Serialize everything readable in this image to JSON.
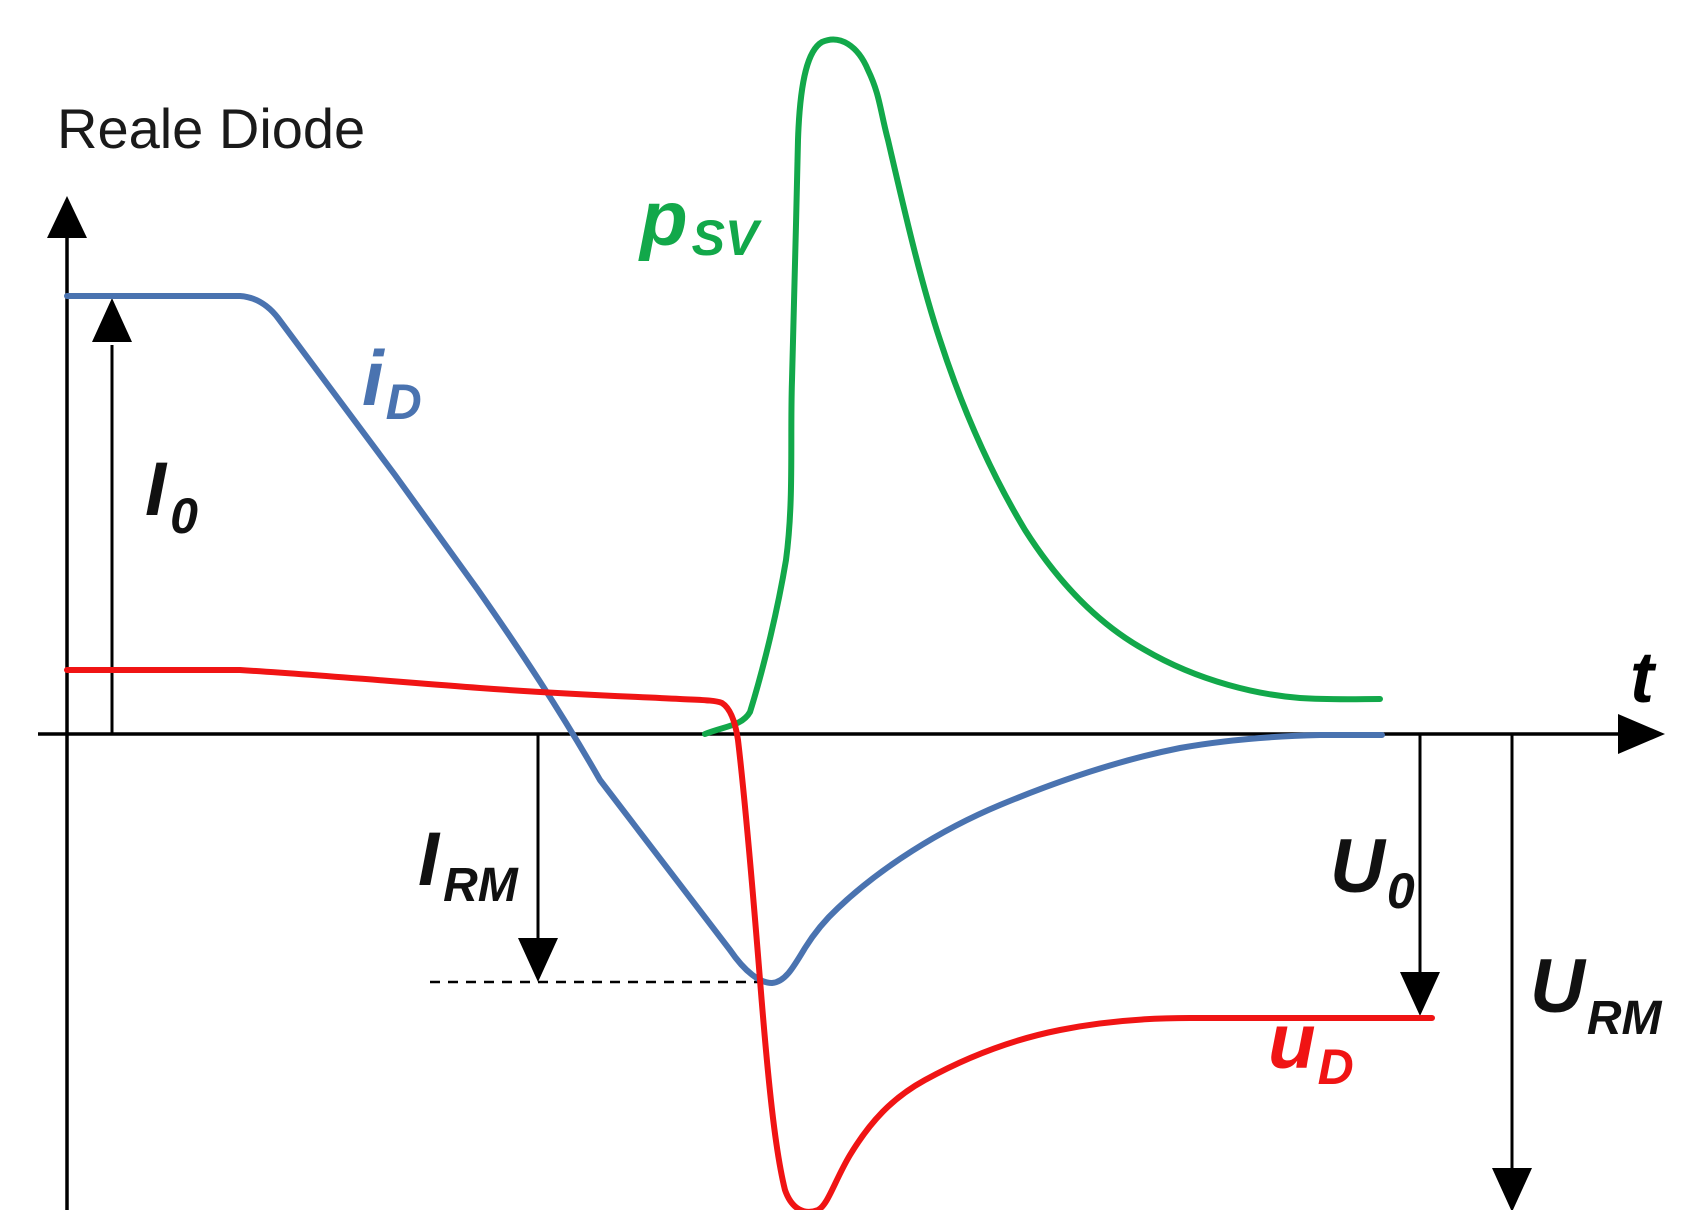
{
  "title": "Reale Diode",
  "axis": {
    "time_label": "t"
  },
  "colors": {
    "i_D": "#4a73b0",
    "u_D": "#f01414",
    "p_SV": "#12a84a",
    "axis": "#000000"
  },
  "curves": {
    "i_D": {
      "main": "i",
      "sub": "D"
    },
    "u_D": {
      "main": "u",
      "sub": "D"
    },
    "p_SV": {
      "main": "p",
      "sub": "SV"
    }
  },
  "markers": {
    "I_0": {
      "main": "I",
      "sub": "0"
    },
    "I_RM": {
      "main": "I",
      "sub": "RM"
    },
    "U_0": {
      "main": "U",
      "sub": "0"
    },
    "U_RM": {
      "main": "U",
      "sub": "RM"
    }
  }
}
